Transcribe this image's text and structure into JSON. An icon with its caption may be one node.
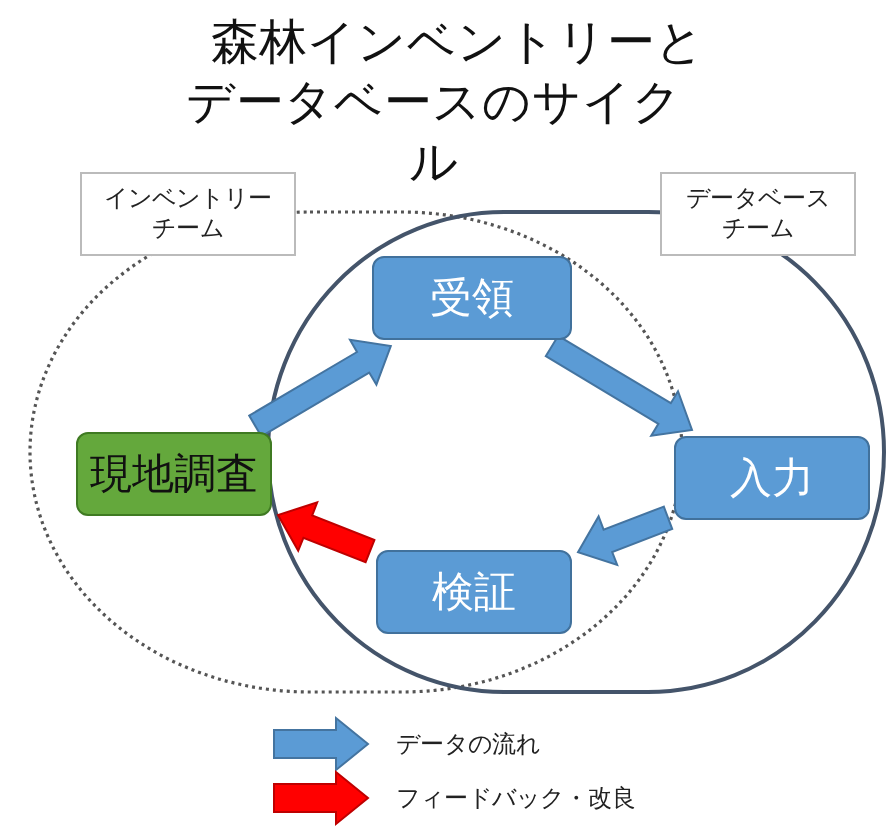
{
  "diagram": {
    "title": "森林インベントリーとデータベースのサイクル",
    "nodes": [
      {
        "text": [
          "インベントリーチーム"
        ]
      },
      {
        "text": [
          "データベースチーム"
        ]
      },
      {
        "text": [
          "現地調査"
        ]
      },
      {
        "text": [
          "受領"
        ]
      },
      {
        "text": [
          "入力"
        ]
      },
      {
        "text": [
          "検証"
        ]
      }
    ],
    "edges": [
      {
        "from": 2,
        "to": 3,
        "arrow": "to"
      },
      {
        "from": 3,
        "to": 4,
        "arrow": "to"
      },
      {
        "from": 4,
        "to": 5,
        "arrow": "to"
      },
      {
        "from": 5,
        "to": 2,
        "arrow": "to",
        "color": "#ff0000"
      }
    ],
    "legend": [
      {
        "text": "データの流れ"
      },
      {
        "text": "フィードバック・改良"
      }
    ]
  }
}
